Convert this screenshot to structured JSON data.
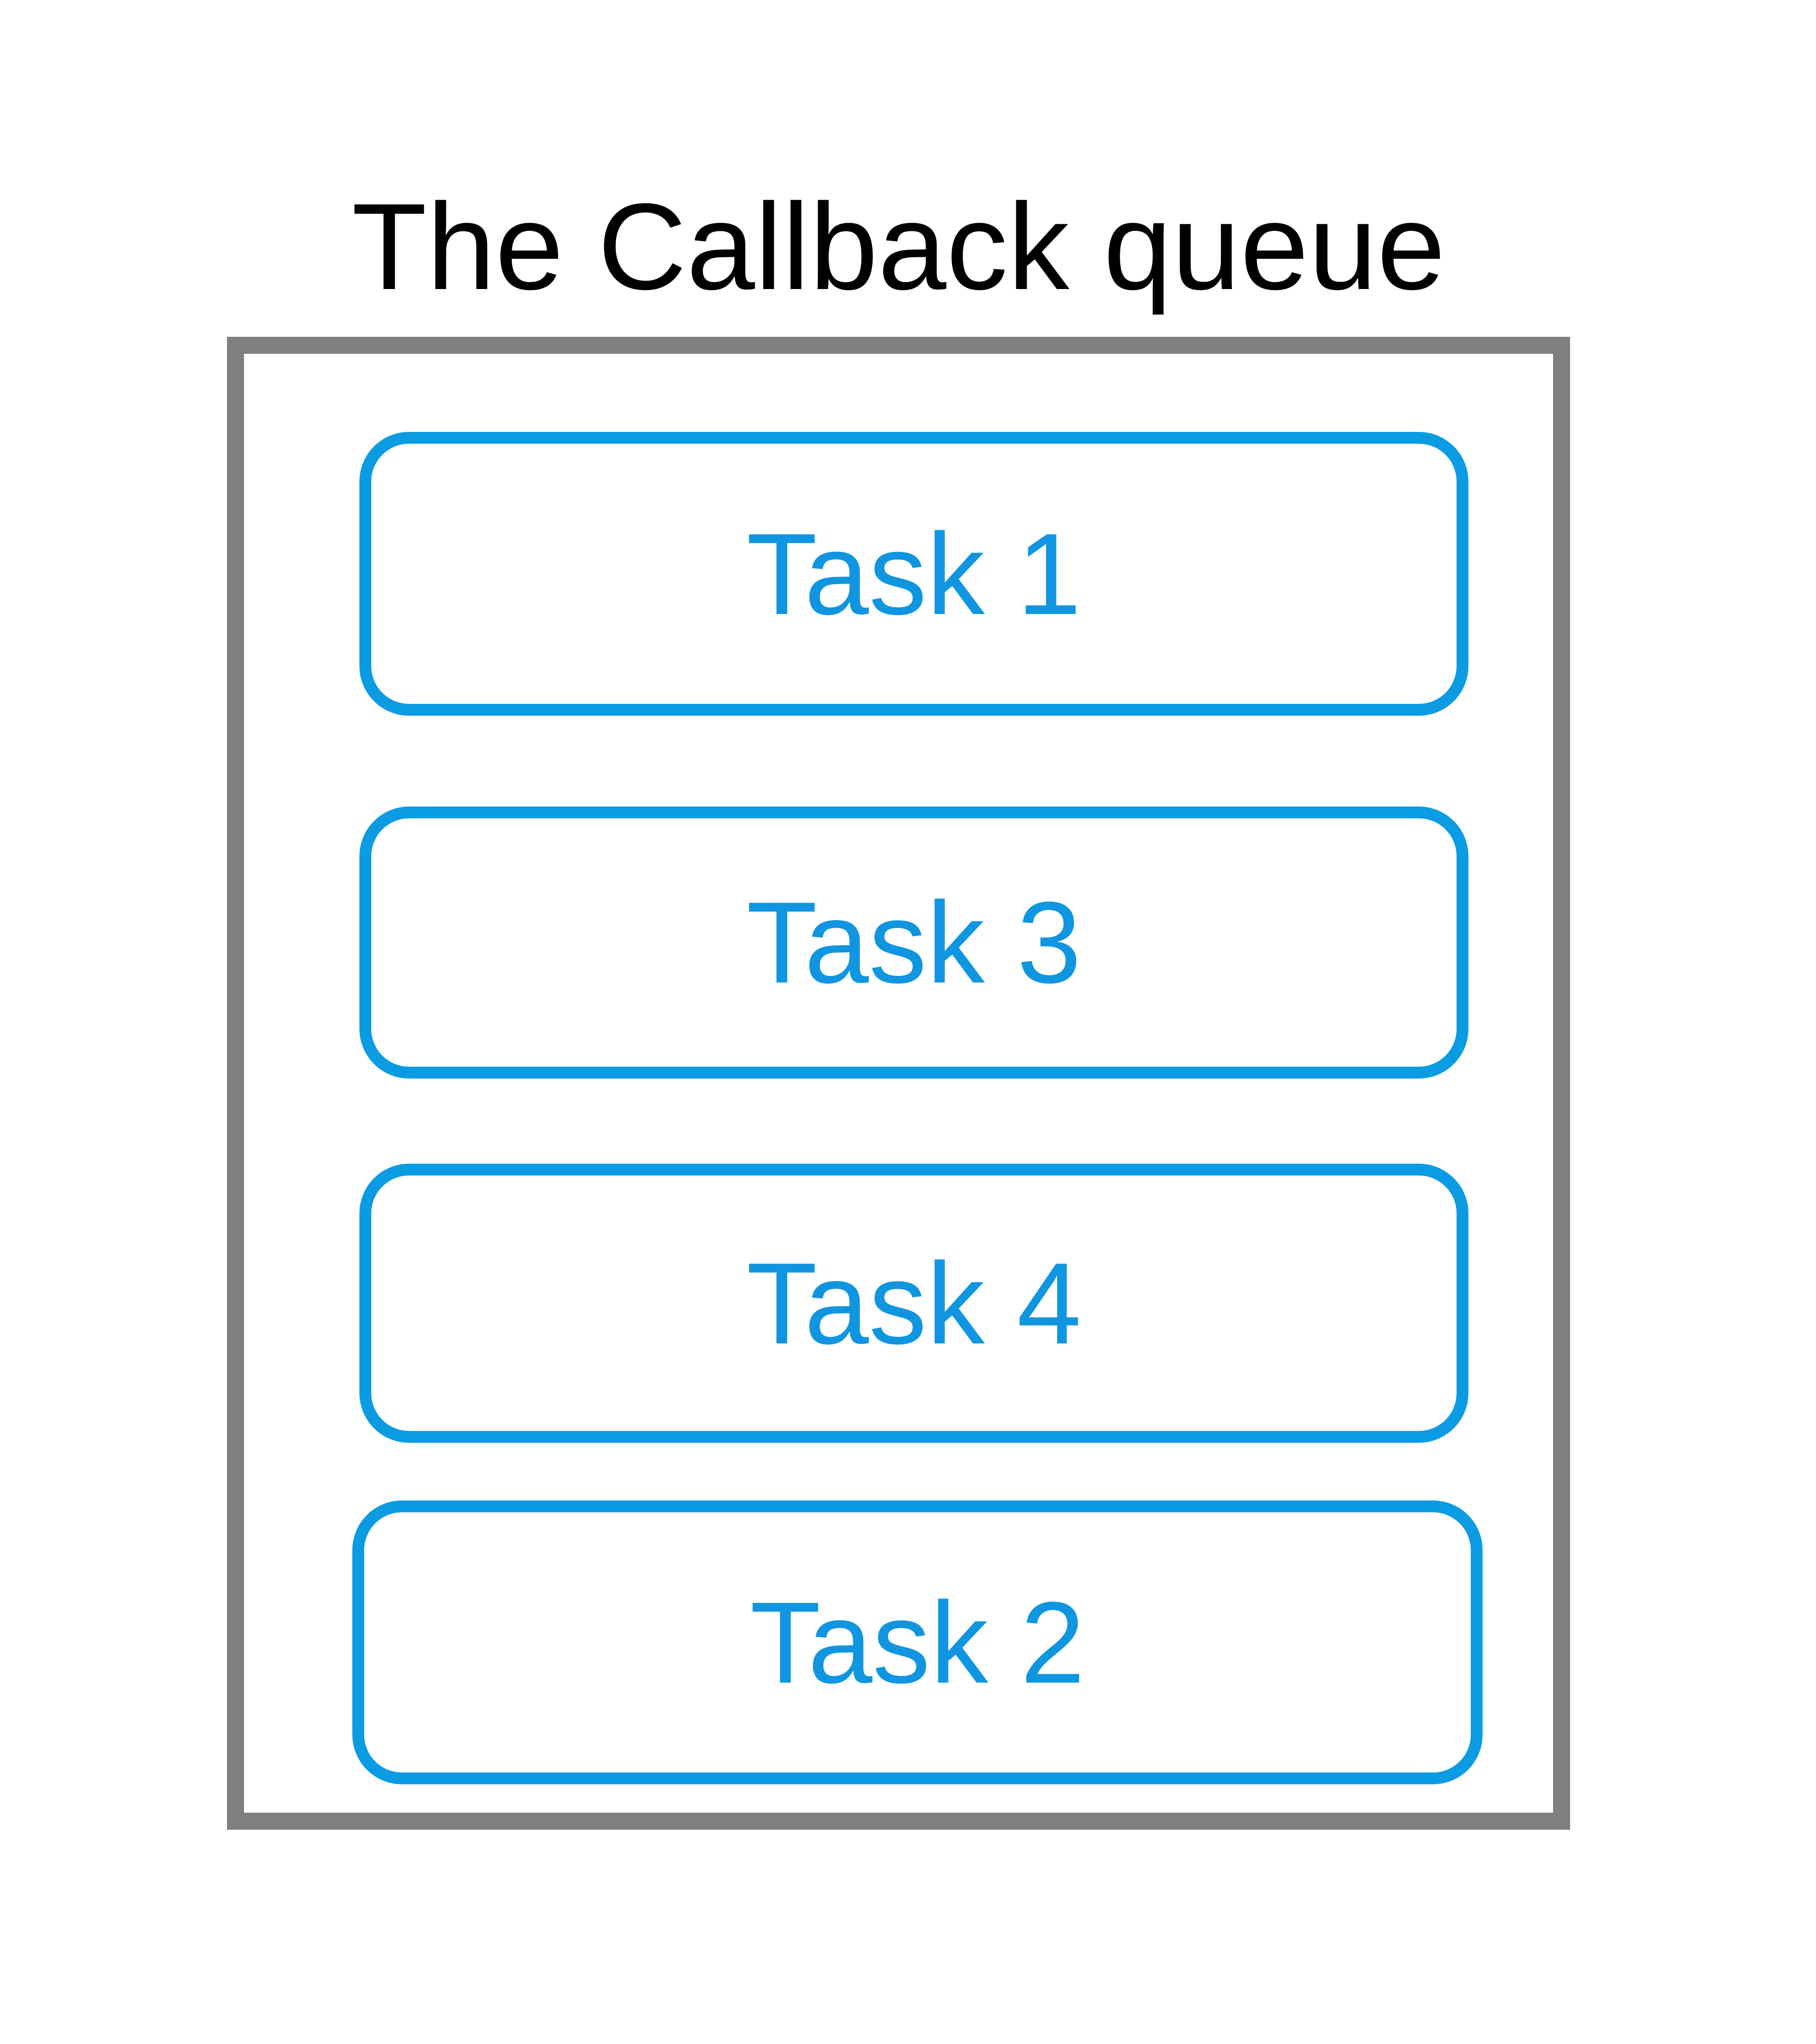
{
  "page": {
    "background": "#ffffff"
  },
  "title": {
    "text": "The Callback queue",
    "color": "#000000"
  },
  "queue": {
    "container_border_color": "#7f7f7f",
    "item_border_color": "#0b9be2",
    "item_text_color": "#1095e0",
    "items": [
      {
        "label": "Task 1"
      },
      {
        "label": "Task 3"
      },
      {
        "label": "Task 4"
      },
      {
        "label": "Task 2"
      }
    ]
  }
}
